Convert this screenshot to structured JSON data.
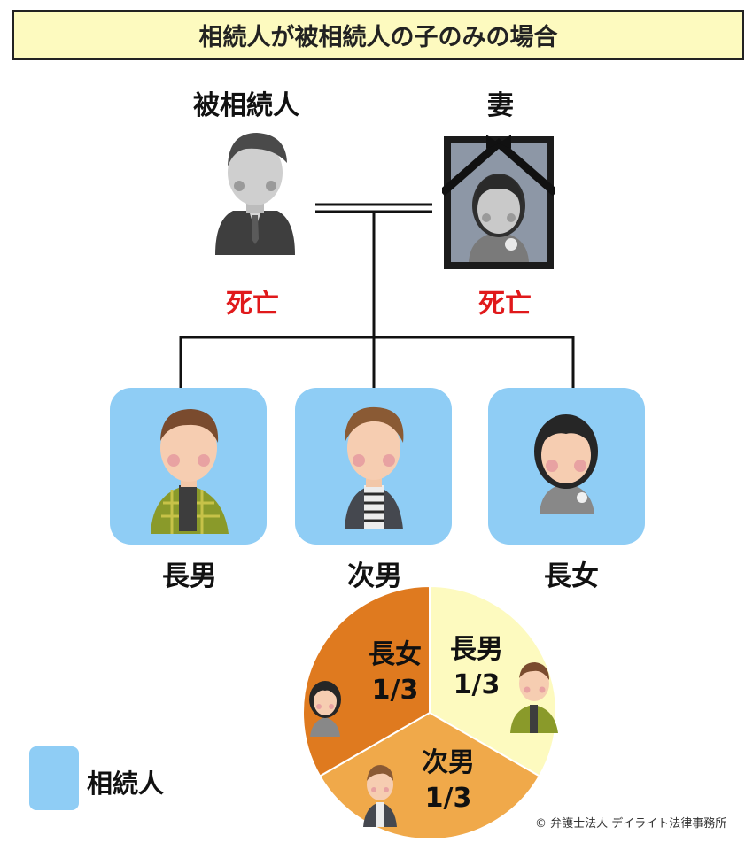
{
  "title": "相続人が被相続人の子のみの場合",
  "top": {
    "deceased_label": "被相続人",
    "spouse_label": "妻",
    "deceased_status": "死亡",
    "spouse_status": "死亡"
  },
  "children": [
    {
      "label": "長男"
    },
    {
      "label": "次男"
    },
    {
      "label": "長女"
    }
  ],
  "colors": {
    "heir_card": "#8fcdf5",
    "status_red": "#e0191b",
    "title_bg": "#fdfabf",
    "pie_eldest_son": "#fdfabf",
    "pie_second_son": "#f0a94a",
    "pie_eldest_daughter": "#df7a1f"
  },
  "chart_data": {
    "type": "pie",
    "slices": [
      {
        "name": "長男",
        "share": "1/3",
        "value": 0.3333
      },
      {
        "name": "次男",
        "share": "1/3",
        "value": 0.3333
      },
      {
        "name": "長女",
        "share": "1/3",
        "value": 0.3333
      }
    ]
  },
  "legend": {
    "label": "相続人"
  },
  "copyright": "© 弁護士法人 デイライト法律事務所"
}
